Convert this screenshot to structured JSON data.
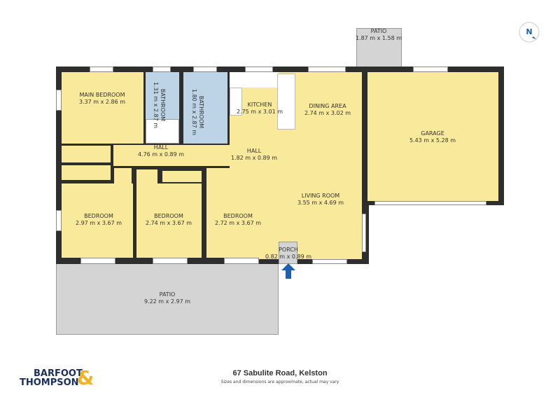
{
  "rooms": {
    "main_bedroom": {
      "name": "MAIN BEDROOM",
      "size": "3.37 m x 2.86 m"
    },
    "bathroom1": {
      "name": "BATHROOM",
      "size": "1.31 m x 2.87 m"
    },
    "bathroom2": {
      "name": "BATHROOM",
      "size": "1.80 m x 2.87 m"
    },
    "kitchen": {
      "name": "KITCHEN",
      "size": "2.75 m x 3.01 m"
    },
    "dining": {
      "name": "DINING AREA",
      "size": "2.74 m x 3.02 m"
    },
    "garage": {
      "name": "GARAGE",
      "size": "5.43 m x 5.28 m"
    },
    "hall1": {
      "name": "HALL",
      "size": "4.76 m x 0.89 m"
    },
    "hall2": {
      "name": "HALL",
      "size": "1.82 m x 0.89 m"
    },
    "living": {
      "name": "LIVING ROOM",
      "size": "3.55 m x 4.69 m"
    },
    "bedroom1": {
      "name": "BEDROOM",
      "size": "2.97 m x 3.67 m"
    },
    "bedroom2": {
      "name": "BEDROOM",
      "size": "2.74 m x 3.67 m"
    },
    "bedroom3": {
      "name": "BEDROOM",
      "size": "2.72 m x 3.67 m"
    },
    "porch": {
      "name": "PORCH",
      "size": "0.82 m x 0.89 m"
    },
    "patio_top": {
      "name": "PATIO",
      "size": "1.87 m x 1.58 m"
    },
    "patio_bottom": {
      "name": "PATIO",
      "size": "9.22 m x 2.97 m"
    }
  },
  "footer": {
    "address": "67 Sabulite Road, Kelston",
    "disclaimer": "Sizes and dimensions are approximate, actual may vary",
    "logo_line1": "BARFOOT",
    "logo_line2": "THOMPSON",
    "logo_amp": "&"
  },
  "compass": {
    "label": "N"
  },
  "colors": {
    "room": "#f9e99a",
    "bathroom": "#bcd4e6",
    "wall": "#2e2e2e",
    "outdoor": "#d4d4d4",
    "entry_arrow": "#1f5fb0",
    "brand_navy": "#1b2f5e",
    "brand_gold": "#f0b323"
  }
}
